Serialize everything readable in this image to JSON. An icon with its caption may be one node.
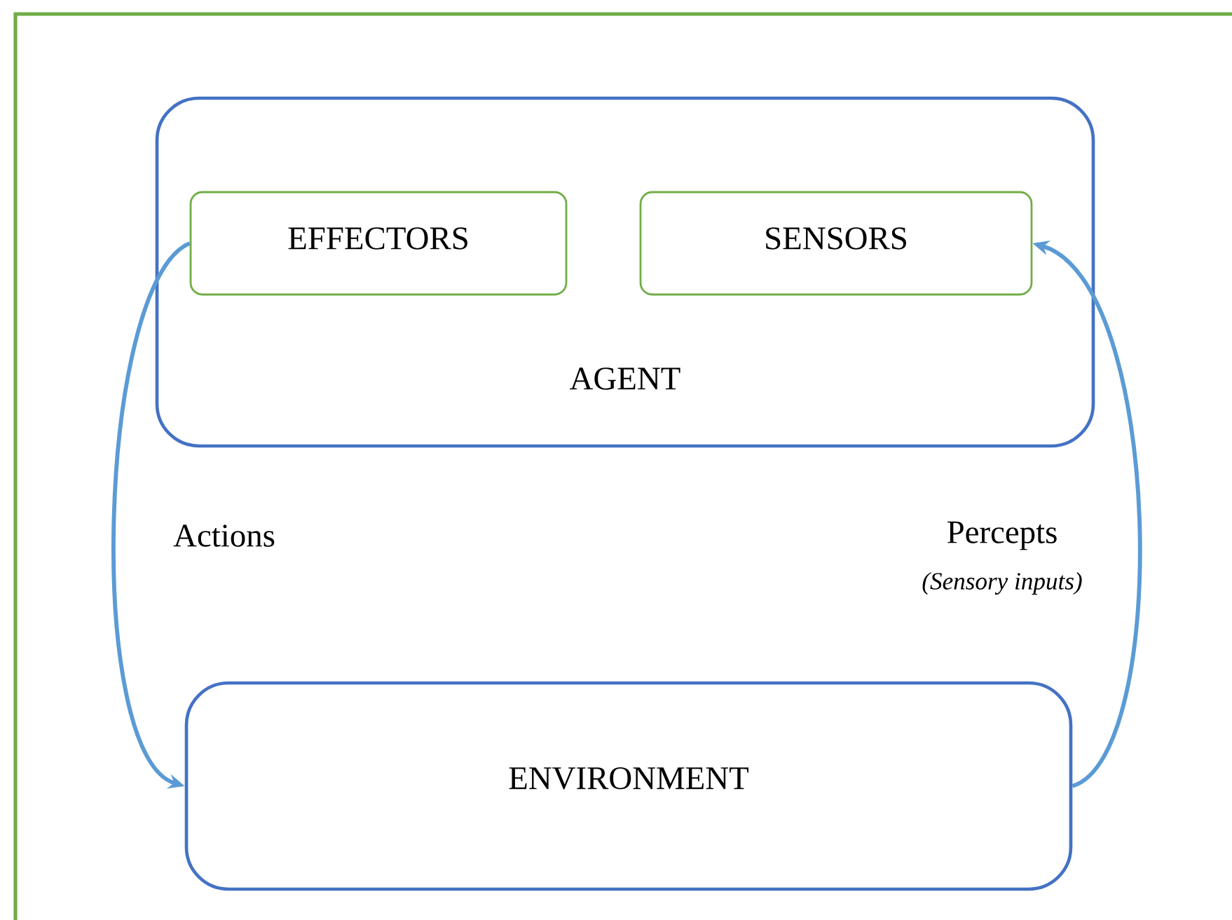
{
  "diagram": {
    "nodes": [
      {
        "text": [
          "AGENT"
        ]
      },
      {
        "text": [
          "EFFECTORS"
        ],
        "in": 0
      },
      {
        "text": [
          "SENSORS"
        ],
        "in": 0
      },
      {
        "text": [
          "ENVIRONMENT"
        ]
      }
    ],
    "edges": [
      {
        "from": 1,
        "to": 3,
        "arrow": "to",
        "label": "Actions"
      },
      {
        "from": 3,
        "to": 2,
        "arrow": "to",
        "label": "Percepts"
      }
    ],
    "labels": [
      "(Sensory inputs)"
    ]
  }
}
